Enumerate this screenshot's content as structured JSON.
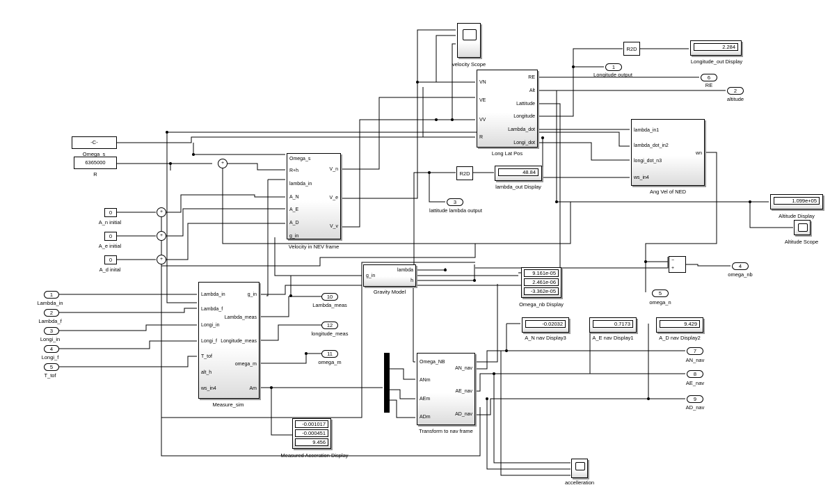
{
  "blocks": {
    "velocity_scope": {
      "caption": "velocity Scope"
    },
    "long_lat_pos": {
      "caption": "Long Lat Pos",
      "in_ports": [
        "VN",
        "VE",
        "VV",
        "R"
      ],
      "out_ports": [
        "RE",
        "Alt",
        "Lattitude",
        "Longitude",
        "Lambda_dot",
        "Longi_dot"
      ]
    },
    "r2d_top": {
      "label": "R2D"
    },
    "longitude_display": {
      "value": "2.284",
      "caption": "Longitude_out Display"
    },
    "ang_vel_ned": {
      "caption": "Ang Vel of NED",
      "in_ports": [
        "lambda_in1",
        "lambda_dot_in2",
        "longi_dot_n3",
        "ws_in4"
      ],
      "out_ports": [
        "wn"
      ]
    },
    "omega_s": {
      "value": "-C-",
      "caption": "Omega_s"
    },
    "r_const": {
      "value": "6365000",
      "caption": "R"
    },
    "velocity_nev": {
      "caption": "Velocity in NEV frame",
      "in_ports": [
        "Omega_s",
        "R+h",
        "lambda_in",
        "A_N",
        "A_E",
        "A_D",
        "g_in"
      ],
      "out_ports": [
        "V_n",
        "V_e",
        "V_v"
      ]
    },
    "r2d_mid": {
      "label": "R2D"
    },
    "lambda_display": {
      "value": "48.84",
      "caption": "lambda_out Display"
    },
    "altitude_display": {
      "value": "1.099e+05",
      "caption": "Altitude Display"
    },
    "altitude_scope": {
      "caption": "Altitude Scope"
    },
    "gravity_model": {
      "caption": "Gravity Model",
      "in_ports": [
        "g_in"
      ],
      "out_ports": [
        "lambda",
        "h"
      ]
    },
    "omega_nb_display": {
      "values": [
        "9.161e-05",
        "2.461e-06",
        "-3.362e-05"
      ],
      "caption": "Omega_nb Display"
    },
    "measure_sim": {
      "caption": "Measure_sim",
      "in_ports": [
        "Lambda_in",
        "Lambda_f",
        "Longi_in",
        "Longi_f",
        "T_tof",
        "alt_h",
        "ws_in4"
      ],
      "out_ports": [
        "g_in",
        "Lambda_meas",
        "Longitude_meas",
        "omega_m",
        "Am"
      ]
    },
    "an_display": {
      "value": "-0.02032",
      "caption": "A_N nav Display3"
    },
    "ae_display": {
      "value": "0.7173",
      "caption": "A_E nav Display1"
    },
    "ad_display": {
      "value": "9.429",
      "caption": "A_D nav Display2"
    },
    "transform_nav": {
      "caption": "Transform to nav frame",
      "in_ports": [
        "Omega_NB",
        "ANm",
        "AEm",
        "ADm"
      ],
      "out_ports": [
        "AN_nav",
        "AE_nav",
        "AD_nav"
      ]
    },
    "measured_accel_display": {
      "values": [
        "-0.001017",
        "-0.000451",
        "9.456"
      ],
      "caption": "Measured Acceration Display"
    },
    "accel_scope": {
      "caption": "accelleration"
    },
    "an_initial": {
      "value": "0",
      "caption": "A_n initial"
    },
    "ae_initial": {
      "value": "0",
      "caption": "A_e initial"
    },
    "ad_initial": {
      "value": "0",
      "caption": "A_d inital"
    },
    "omega_sum": {
      "signs": [
        "−",
        "+"
      ]
    }
  },
  "inports": [
    {
      "num": "1",
      "label": "Lambda_in"
    },
    {
      "num": "2",
      "label": "Lambda_f"
    },
    {
      "num": "3",
      "label": "Longi_in"
    },
    {
      "num": "4",
      "label": "Longi_f"
    },
    {
      "num": "5",
      "label": "T_tof"
    }
  ],
  "outports": [
    {
      "num": "1",
      "label": "Longitude output"
    },
    {
      "num": "6",
      "label": "RE"
    },
    {
      "num": "2",
      "label": "altitude"
    },
    {
      "num": "3",
      "label": "lattitude lambda output"
    },
    {
      "num": "4",
      "label": "omega_nb"
    },
    {
      "num": "5",
      "label": "omega_n"
    },
    {
      "num": "10",
      "label": "Lambda_meas"
    },
    {
      "num": "12",
      "label": "longitude_meas"
    },
    {
      "num": "11",
      "label": "omega_m"
    },
    {
      "num": "7",
      "label": "AN_nav"
    },
    {
      "num": "8",
      "label": "AE_nav"
    },
    {
      "num": "9",
      "label": "AD_nav"
    }
  ]
}
